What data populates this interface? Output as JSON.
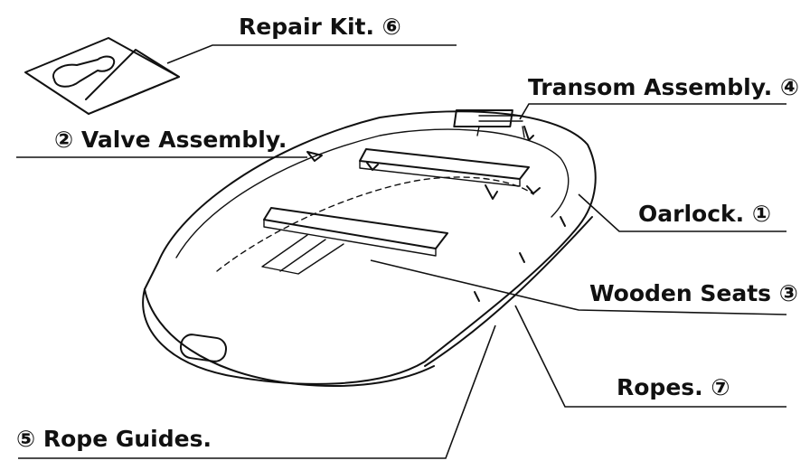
{
  "labels": {
    "repair_kit": "Repair Kit. ⑥",
    "transom_assembly": "Transom Assembly. ④",
    "valve_assembly": "② Valve Assembly.",
    "oarlock": "Oarlock. ①",
    "wooden_seats": "Wooden Seats ③",
    "ropes": "Ropes. ⑦",
    "rope_guides": "⑤ Rope Guides."
  },
  "colors": {
    "ink": "#111111",
    "paper": "#ffffff"
  }
}
